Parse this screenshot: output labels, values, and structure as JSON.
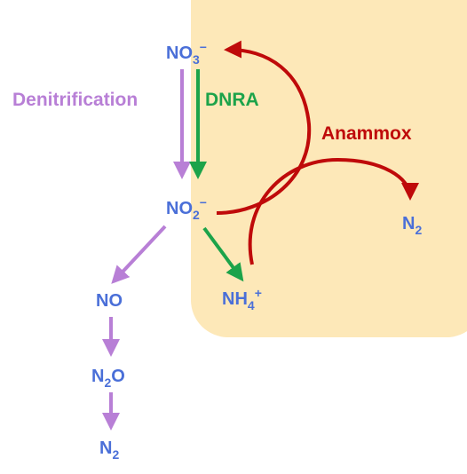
{
  "colors": {
    "species": "#4a6fd8",
    "denitrification": "#b87fd6",
    "dnra": "#1ca34a",
    "anammox": "#bf0a0a",
    "region": "#fde8b8"
  },
  "species": {
    "no3": {
      "base": "NO",
      "sub": "3",
      "sup": "−"
    },
    "no2": {
      "base": "NO",
      "sub": "2",
      "sup": "−"
    },
    "nh4": {
      "base": "NH",
      "sub": "4",
      "sup": "+"
    },
    "n2_anammox": {
      "base": "N",
      "sub": "2"
    },
    "no": {
      "base": "NO"
    },
    "n2o": {
      "base": "N",
      "sub": "2",
      "tail": "O"
    },
    "n2_final": {
      "base": "N",
      "sub": "2"
    }
  },
  "processes": {
    "denitrification": "Denitrification",
    "dnra": "DNRA",
    "anammox": "Anammox"
  }
}
